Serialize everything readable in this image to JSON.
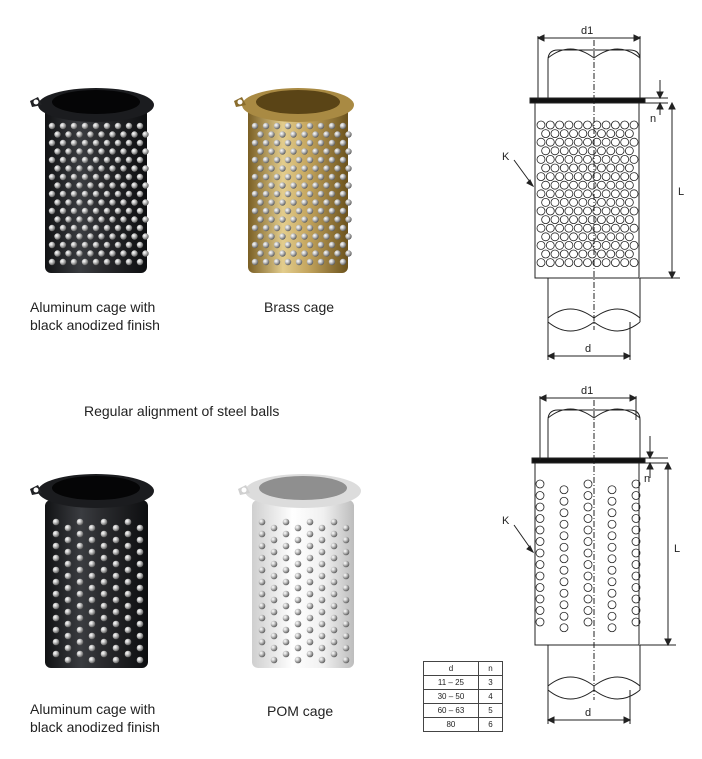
{
  "products": [
    {
      "id": "aluminum-random",
      "caption_line1": "Aluminum cage with",
      "caption_line2": "black anodized finish",
      "finish": "#2a2b2e"
    },
    {
      "id": "brass",
      "caption_line1": "Brass cage",
      "caption_line2": "",
      "finish": "#b89a55"
    },
    {
      "id": "aluminum-regular",
      "caption_line1": "Aluminum cage with",
      "caption_line2": "black anodized finish",
      "finish": "#2a2b2e"
    },
    {
      "id": "pom",
      "caption_line1": "POM cage",
      "caption_line2": "",
      "finish": "#eeeeee"
    }
  ],
  "section_heading": "Regular alignment of steel balls",
  "drawing_labels": {
    "d1": "d1",
    "n": "n",
    "L": "L",
    "K": "K",
    "d": "d"
  },
  "table": {
    "headers": [
      "d",
      "n"
    ],
    "rows": [
      [
        "11 – 25",
        "3"
      ],
      [
        "30 – 50",
        "4"
      ],
      [
        "60 – 63",
        "5"
      ],
      [
        "80",
        "6"
      ]
    ]
  }
}
